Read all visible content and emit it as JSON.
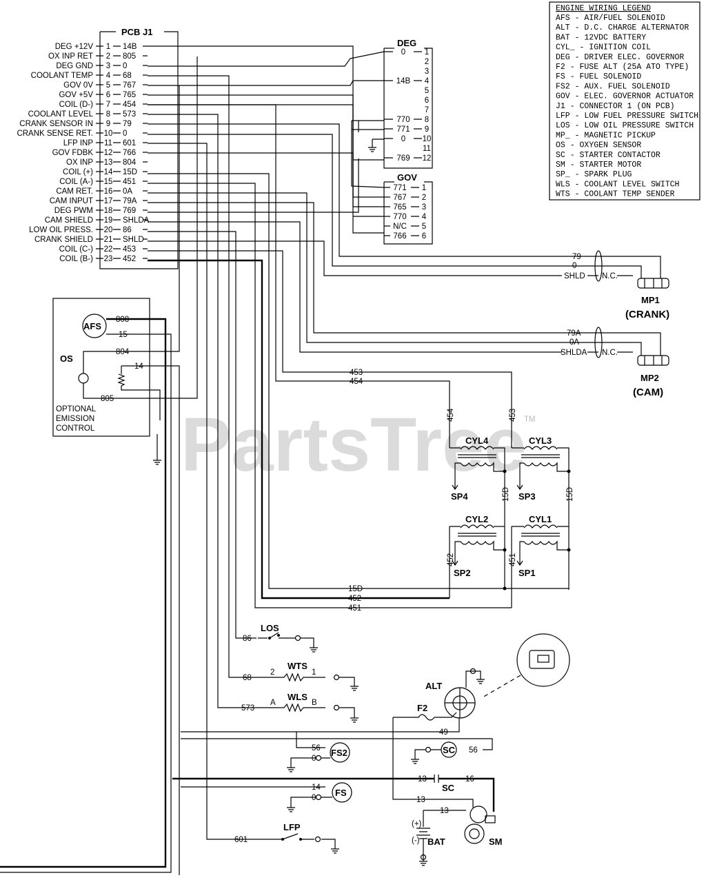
{
  "pcb": {
    "title": "PCB J1",
    "pins": [
      {
        "label": "DEG +12V",
        "num": "1",
        "wire": "14B"
      },
      {
        "label": "OX INP RET",
        "num": "2",
        "wire": "805"
      },
      {
        "label": "DEG GND",
        "num": "3",
        "wire": "0"
      },
      {
        "label": "COOLANT TEMP",
        "num": "4",
        "wire": "68"
      },
      {
        "label": "GOV 0V",
        "num": "5",
        "wire": "767"
      },
      {
        "label": "GOV +5V",
        "num": "6",
        "wire": "765"
      },
      {
        "label": "COIL (D-)",
        "num": "7",
        "wire": "454"
      },
      {
        "label": "COOLANT LEVEL",
        "num": "8",
        "wire": "573"
      },
      {
        "label": "CRANK SENSOR IN",
        "num": "9",
        "wire": "79"
      },
      {
        "label": "CRANK SENSE RET.",
        "num": "10",
        "wire": "0"
      },
      {
        "label": "LFP INP",
        "num": "11",
        "wire": "601"
      },
      {
        "label": "GOV FDBK",
        "num": "12",
        "wire": "766"
      },
      {
        "label": "OX INP",
        "num": "13",
        "wire": "804"
      },
      {
        "label": "COIL (+)",
        "num": "14",
        "wire": "15D"
      },
      {
        "label": "COIL (A-)",
        "num": "15",
        "wire": "451"
      },
      {
        "label": "CAM RET.",
        "num": "16",
        "wire": "0A"
      },
      {
        "label": "CAM INPUT",
        "num": "17",
        "wire": "79A"
      },
      {
        "label": "DEG PWM",
        "num": "18",
        "wire": "769"
      },
      {
        "label": "CAM SHIELD",
        "num": "19",
        "wire": "SHLDA"
      },
      {
        "label": "LOW OIL PRESS.",
        "num": "20",
        "wire": "86"
      },
      {
        "label": "CRANK SHIELD",
        "num": "21",
        "wire": "SHLD"
      },
      {
        "label": "COIL (C-)",
        "num": "22",
        "wire": "453"
      },
      {
        "label": "COIL (B-)",
        "num": "23",
        "wire": "452"
      }
    ]
  },
  "deg": {
    "title": "DEG",
    "pins": [
      "1",
      "2",
      "3",
      "4",
      "5",
      "6",
      "7",
      "8",
      "9",
      "10",
      "11",
      "12"
    ],
    "wires": [
      {
        "pin": "1",
        "wire": "0"
      },
      {
        "pin": "4",
        "wire": "14B"
      },
      {
        "pin": "8",
        "wire": "770"
      },
      {
        "pin": "9",
        "wire": "771"
      },
      {
        "pin": "10",
        "wire": "0"
      },
      {
        "pin": "12",
        "wire": "769"
      }
    ]
  },
  "gov": {
    "title": "GOV",
    "rows": [
      {
        "wire": "771",
        "pin": "1"
      },
      {
        "wire": "767",
        "pin": "2"
      },
      {
        "wire": "765",
        "pin": "3"
      },
      {
        "wire": "770",
        "pin": "4"
      },
      {
        "wire": "N/C",
        "pin": "5"
      },
      {
        "wire": "766",
        "pin": "6"
      }
    ]
  },
  "legend": {
    "title": "ENGINE WIRING LEGEND",
    "items": [
      "AFS  -  AIR/FUEL SOLENOID",
      "ALT  -  D.C. CHARGE ALTERNATOR",
      "BAT  -  12VDC BATTERY",
      "CYL_  -  IGNITION COIL",
      "DEG  -  DRIVER ELEC. GOVERNOR",
      "F2   -  FUSE ALT (25A ATO TYPE)",
      "FS   -  FUEL SOLENOID",
      "FS2  -  AUX. FUEL SOLENOID",
      "GOV  -  ELEC. GOVERNOR ACTUATOR",
      "J1   -  CONNECTOR 1 (ON PCB)",
      "LFP  -  LOW FUEL PRESSURE SWITCH",
      "LOS  -  LOW OIL PRESSURE SWITCH",
      "MP_  -  MAGNETIC PICKUP",
      "OS   -  OXYGEN SENSOR",
      "SC   -  STARTER CONTACTOR",
      "SM   -  STARTER MOTOR",
      "SP_  -  SPARK PLUG",
      "WLS  -  COOLANT LEVEL SWITCH",
      "WTS  -  COOLANT TEMP SENDER"
    ]
  },
  "emission": {
    "afs": "AFS",
    "os": "OS",
    "w808": "808",
    "w15": "15",
    "w804": "804",
    "w14": "14",
    "w805": "805",
    "caption": [
      "OPTIONAL",
      "EMISSION",
      "CONTROL"
    ]
  },
  "mp1": {
    "title": "MP1",
    "sub": "(CRANK)",
    "w79": "79",
    "w0": "0",
    "shld": "SHLD",
    "nc": "N.C."
  },
  "mp2": {
    "title": "MP2",
    "sub": "(CAM)",
    "w79a": "79A",
    "w0a": "0A",
    "shlda": "SHLDA",
    "nc": "N.C."
  },
  "coils": {
    "cyl4": "CYL4",
    "cyl3": "CYL3",
    "cyl2": "CYL2",
    "cyl1": "CYL1",
    "sp4": "SP4",
    "sp3": "SP3",
    "sp2": "SP2",
    "sp1": "SP1",
    "w453": "453",
    "w454": "454",
    "w15d": "15D",
    "w452": "452",
    "w451": "451"
  },
  "switches": {
    "los": "LOS",
    "w86": "86",
    "wts": "WTS",
    "w68": "68",
    "wls": "WLS",
    "w573": "573",
    "pin2": "2",
    "pin1": "1",
    "pinA": "A",
    "pinB": "B",
    "zero": "0"
  },
  "power": {
    "alt": "ALT",
    "f2": "F2",
    "w49": "49",
    "w56": "56",
    "fs2": "FS2",
    "sc": "SC",
    "w13": "13",
    "w16": "16",
    "w14": "14",
    "fs": "FS",
    "bat": "BAT",
    "sm": "SM",
    "lfp": "LFP",
    "w601": "601",
    "zero": "0",
    "plus": "(+)",
    "minus": "(-)"
  },
  "watermark": {
    "text": "PartsTree",
    "tm": "TM"
  }
}
